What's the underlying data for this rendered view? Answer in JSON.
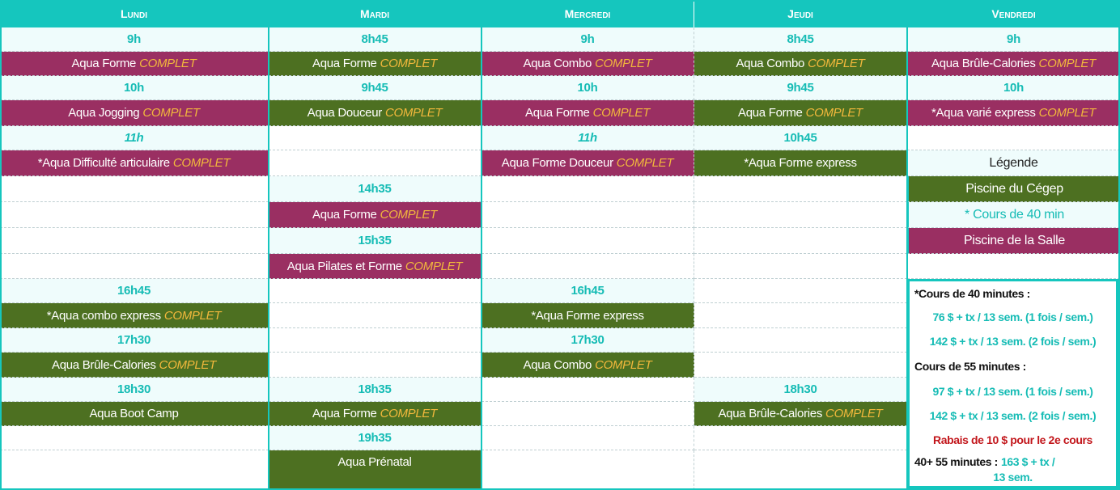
{
  "complet_label": "COMPLET",
  "colors": {
    "header": "#15c6be",
    "time_bg": "#effcfc",
    "time_text": "#16bcb5",
    "cegep": "#4d7021",
    "salle": "#9a2f62",
    "complet": "#f2b83c",
    "rabais": "#c2161b"
  },
  "days": [
    "Lundi",
    "Mardi",
    "Mercredi",
    "Jeudi",
    "Vendredi"
  ],
  "lundi": {
    "t1": "9h",
    "c1": "Aqua Forme",
    "t2": "10h",
    "c2": "Aqua Jogging",
    "t3": "11h",
    "c3": "*Aqua Difficulté articulaire",
    "t4": "16h45",
    "c4": "*Aqua combo express",
    "t5": "17h30",
    "c5": "Aqua Brûle-Calories",
    "t6": "18h30",
    "c6": "Aqua Boot Camp"
  },
  "mardi": {
    "t1": "8h45",
    "c1": "Aqua Forme",
    "t2": "9h45",
    "c2": "Aqua Douceur",
    "t3": "14h35",
    "c3": "Aqua Forme",
    "t4": "15h35",
    "c4": "Aqua Pilates et Forme",
    "t5": "18h35",
    "c5": "Aqua Forme",
    "t6": "19h35",
    "c6": "Aqua Prénatal"
  },
  "mercredi": {
    "t1": "9h",
    "c1": "Aqua Combo",
    "t2": "10h",
    "c2": "Aqua Forme",
    "t3": "11h",
    "c3": "Aqua Forme Douceur",
    "t4": "16h45",
    "c4": "*Aqua Forme express",
    "t5": "17h30",
    "c5": "Aqua Combo"
  },
  "jeudi": {
    "t1": "8h45",
    "c1": "Aqua Combo",
    "t2": "9h45",
    "c2": "Aqua Forme",
    "t3": "10h45",
    "c3": "*Aqua Forme express",
    "t4": "18h30",
    "c4": "Aqua Brûle-Calories"
  },
  "vendredi": {
    "t1": "9h",
    "c1": "Aqua Brûle-Calories",
    "t2": "10h",
    "c2": "*Aqua varié express"
  },
  "legend": {
    "title": "Légende",
    "cegep": "Piscine du Cégep",
    "cours40": "* Cours de 40 min",
    "salle": "Piscine de la Salle"
  },
  "pricing": {
    "h40": "*Cours de 40 minutes :",
    "p40_1": "76 $ + tx / 13 sem.  (1 fois / sem.)",
    "p40_2": "142 $ + tx / 13 sem. (2 fois / sem.)",
    "h55": "Cours de 55 minutes :",
    "p55_1": "97 $ + tx / 13 sem. (1 fois / sem.)",
    "p55_2": "142 $ + tx / 13 sem.  (2 fois / sem.)",
    "rabais": "Rabais de 10 $ pour le 2e cours",
    "combo_label": "40+ 55 minutes :",
    "combo_price_1": "163 $ + tx /",
    "combo_price_2": "13 sem."
  }
}
